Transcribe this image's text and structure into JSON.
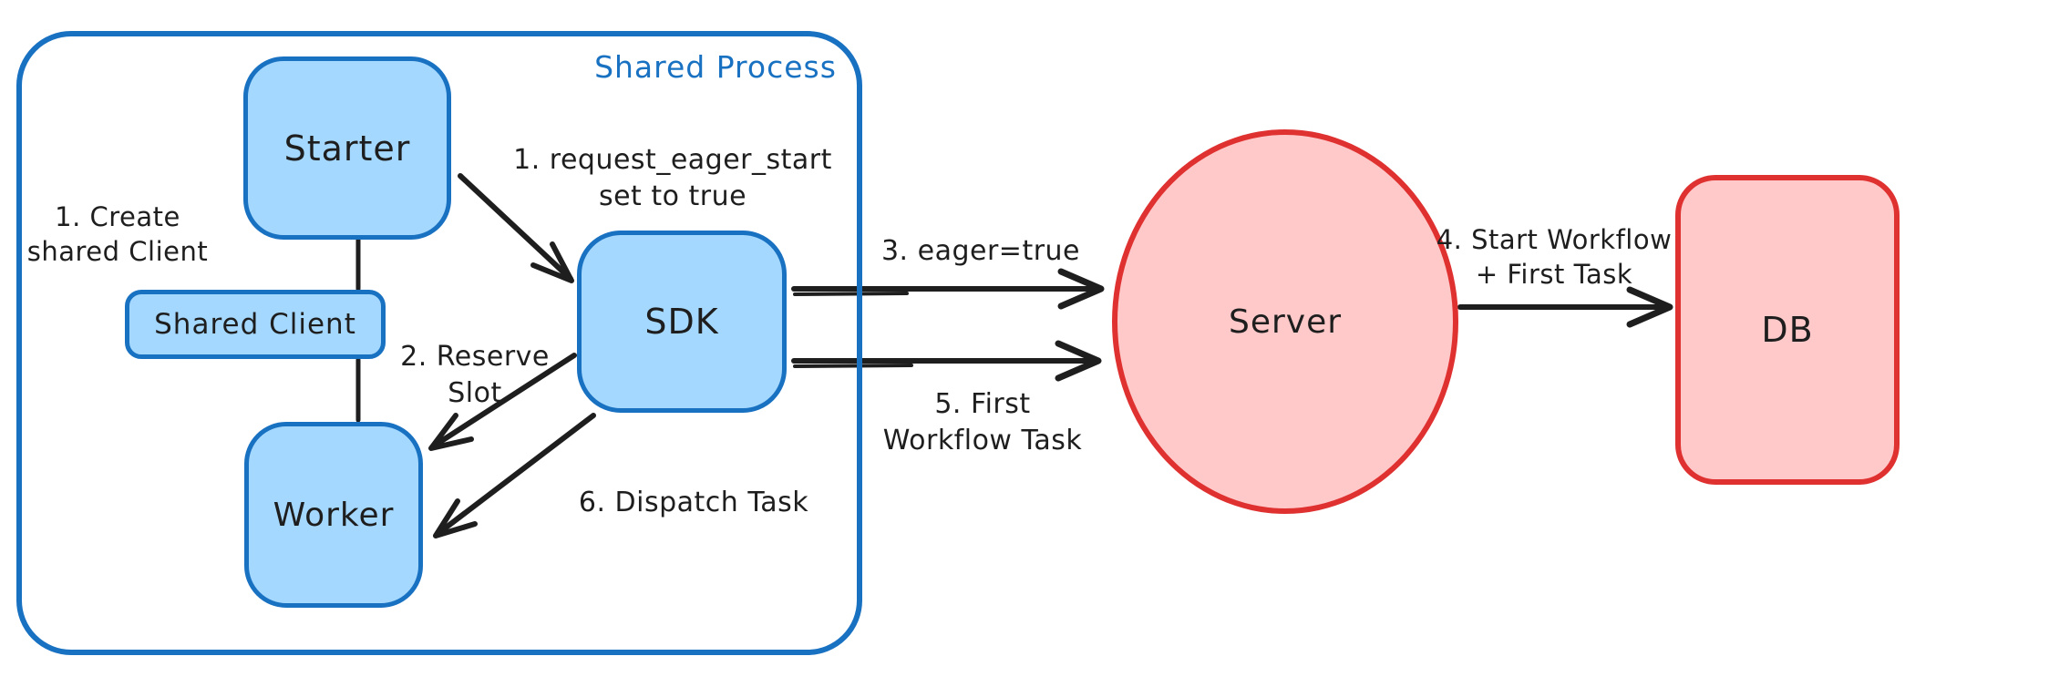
{
  "diagram": {
    "group_label": "Shared Process",
    "nodes": {
      "starter": "Starter",
      "shared_client": "Shared Client",
      "worker": "Worker",
      "sdk": "SDK",
      "server": "Server",
      "db": "DB"
    },
    "annotations": {
      "create_shared_client": "1. Create\nshared Client",
      "request_eager_start": "1. request_eager_start\nset to true",
      "reserve_slot": "2. Reserve\nSlot",
      "eager_true": "3. eager=true",
      "start_workflow": "4. Start Workflow\n+ First Task",
      "first_workflow_task": "5. First\nWorkflow Task",
      "dispatch_task": "6. Dispatch Task"
    },
    "colors": {
      "blue_stroke": "#1971c2",
      "blue_fill": "#a5d8ff",
      "red_stroke": "#e03131",
      "red_fill": "#ffc9c9",
      "ink": "#1e1e1e",
      "background": "#ffffff"
    }
  }
}
